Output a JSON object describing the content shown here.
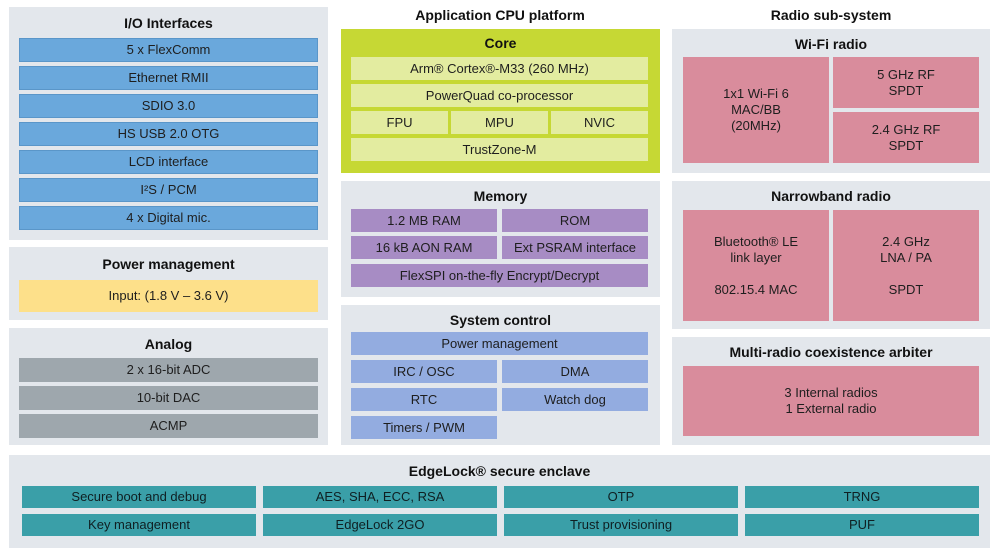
{
  "columns": {
    "application": "Application CPU platform",
    "radio": "Radio sub-system"
  },
  "io": {
    "title": "I/O Interfaces",
    "items": [
      "5 x FlexComm",
      "Ethernet RMII",
      "SDIO 3.0",
      "HS USB 2.0 OTG",
      "LCD interface",
      "I²S / PCM",
      "4 x Digital mic."
    ]
  },
  "power": {
    "title": "Power management",
    "input": "Input: (1.8 V – 3.6 V)"
  },
  "analog": {
    "title": "Analog",
    "items": [
      "2 x 16-bit ADC",
      "10-bit DAC",
      "ACMP"
    ]
  },
  "core": {
    "title": "Core",
    "cpu": "Arm® Cortex®-M33 (260 MHz)",
    "powerquad": "PowerQuad co-processor",
    "fpu": "FPU",
    "mpu": "MPU",
    "nvic": "NVIC",
    "trustzone": "TrustZone-M"
  },
  "memory": {
    "title": "Memory",
    "ram": "1.2 MB RAM",
    "rom": "ROM",
    "aon": "16 kB AON RAM",
    "psram": "Ext PSRAM interface",
    "flexspi": "FlexSPI  on-the-fly Encrypt/Decrypt"
  },
  "system": {
    "title": "System control",
    "power": "Power management",
    "irc": "IRC / OSC",
    "dma": "DMA",
    "rtc": "RTC",
    "watchdog": "Watch dog",
    "timers": "Timers / PWM"
  },
  "wifi": {
    "title": "Wi-Fi radio",
    "macbb": "1x1 Wi-Fi 6\nMAC/BB\n(20MHz)",
    "rf5": "5 GHz RF\nSPDT",
    "rf24": "2.4 GHz RF\nSPDT"
  },
  "narrowband": {
    "title": "Narrowband radio",
    "ble": "Bluetooth® LE\nlink layer\n\n802.15.4 MAC",
    "lna": "2.4 GHz\nLNA / PA\n\nSPDT"
  },
  "coex": {
    "title": "Multi-radio coexistence arbiter",
    "radios": "3 Internal radios\n1 External radio"
  },
  "edgelock": {
    "title": "EdgeLock® secure enclave",
    "items": [
      "Secure boot and debug",
      "AES, SHA, ECC, RSA",
      "OTP",
      "TRNG",
      "Key management",
      "EdgeLock 2GO",
      "Trust provisioning",
      "PUF"
    ]
  },
  "colors": {
    "panel": "#e3e7ec",
    "io_blue": "#6aa8dc",
    "power_yellow": "#fde08a",
    "analog_grey": "#9ea7ad",
    "core_lime": "#c6d834",
    "memory_purple": "#a78cc4",
    "system_blue": "#93ace0",
    "radio_pink": "#d98c9c",
    "edgelock_teal": "#3a9fa8"
  }
}
